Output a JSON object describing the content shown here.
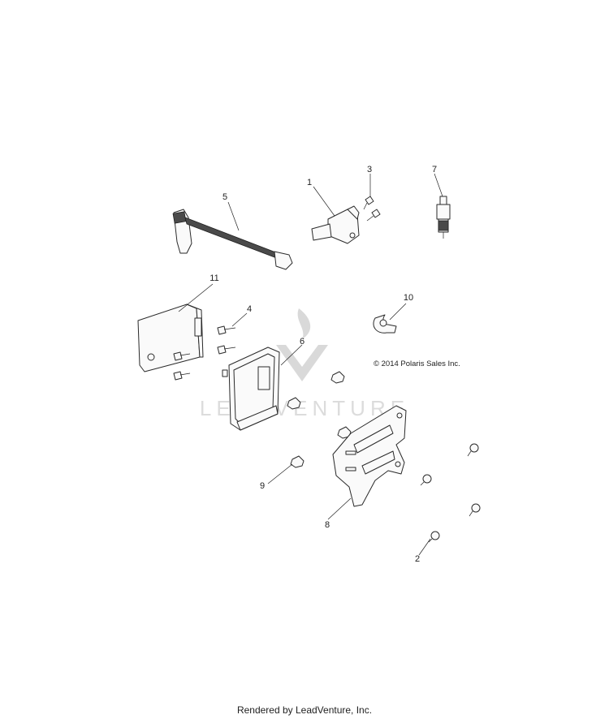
{
  "copyright": "© 2014 Polaris Sales Inc.",
  "footer": "Rendered by LeadVenture, Inc.",
  "watermark": {
    "text": "LEADVENTURE",
    "color": "#d9d9d9"
  },
  "callouts": [
    {
      "id": "1",
      "label": "1",
      "part": "ignition-coil"
    },
    {
      "id": "2",
      "label": "2",
      "part": "bracket-screw"
    },
    {
      "id": "3",
      "label": "3",
      "part": "coil-screw"
    },
    {
      "id": "4",
      "label": "4",
      "part": "shield-screw"
    },
    {
      "id": "5",
      "label": "5",
      "part": "spark-plug-wire"
    },
    {
      "id": "6",
      "label": "6",
      "part": "ecu-module"
    },
    {
      "id": "7",
      "label": "7",
      "part": "spark-plug"
    },
    {
      "id": "8",
      "label": "8",
      "part": "mounting-bracket"
    },
    {
      "id": "9",
      "label": "9",
      "part": "nut"
    },
    {
      "id": "10",
      "label": "10",
      "part": "clamp"
    },
    {
      "id": "11",
      "label": "11",
      "part": "heat-shield"
    }
  ]
}
